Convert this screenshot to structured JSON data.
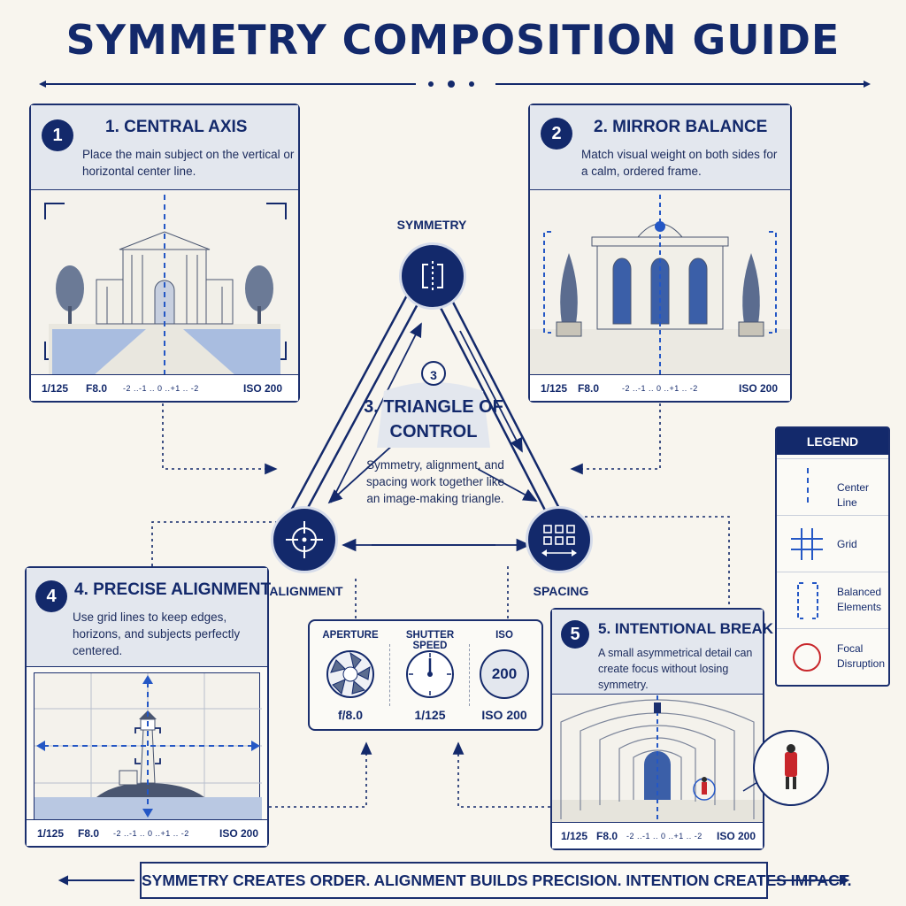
{
  "title": "SYMMETRY COMPOSITION GUIDE",
  "cards": [
    {
      "num": "1",
      "title": "1. CENTRAL AXIS",
      "desc": "Place the main subject on the vertical or horizontal center line.",
      "shutter": "1/125",
      "aperture": "F8.0",
      "iso": "ISO 200",
      "scale": "-2 ..-1 .. 0 ..+1 .. -2"
    },
    {
      "num": "2",
      "title": "2. MIRROR BALANCE",
      "desc": "Match visual weight on both sides for a calm, ordered frame.",
      "shutter": "1/125",
      "aperture": "F8.0",
      "iso": "ISO 200",
      "scale": "-2 ..-1 .. 0 ..+1 .. -2"
    },
    {
      "num": "4",
      "title": "4. PRECISE ALIGNMENT",
      "desc": "Use grid lines to keep edges, horizons, and subjects perfectly centered.",
      "shutter": "1/125",
      "aperture": "F8.0",
      "iso": "ISO 200",
      "scale": "-2 ..-1 .. 0 ..+1 .. -2"
    },
    {
      "num": "5",
      "title": "5. INTENTIONAL BREAK",
      "desc": "A small asymmetrical detail can create focus without losing symmetry.",
      "shutter": "1/125",
      "aperture": "F8.0",
      "iso": "ISO 200",
      "scale": "-2 ..-1 .. 0 ..+1 .. -2"
    }
  ],
  "center": {
    "num": "3",
    "title": "3. TRIANGLE OF CONTROL",
    "desc": "Symmetry, alignment, and spacing work together like an image-making triangle."
  },
  "nodes": {
    "top": "SYMMETRY",
    "left": "ALIGNMENT",
    "right": "SPACING"
  },
  "exposure": [
    {
      "label": "APERTURE",
      "value": "f/8.0",
      "icon": "aperture-icon"
    },
    {
      "label": "SHUTTER SPEED",
      "value": "1/125",
      "icon": "dial-icon"
    },
    {
      "label": "ISO",
      "value": "ISO 200",
      "dial": "200",
      "icon": "iso-dial-icon"
    }
  ],
  "legend": {
    "title": "LEGEND",
    "items": [
      "Center Line",
      "Grid",
      "Balanced Elements",
      "Focal Disruption"
    ]
  },
  "footer": "SYMMETRY CREATES ORDER. ALIGNMENT BUILDS PRECISION. INTENTION CREATES IMPACT.",
  "colors": {
    "navy": "#13296b",
    "accent_blue": "#2457c5",
    "red": "#c8262b",
    "background": "#f8f5ee"
  }
}
